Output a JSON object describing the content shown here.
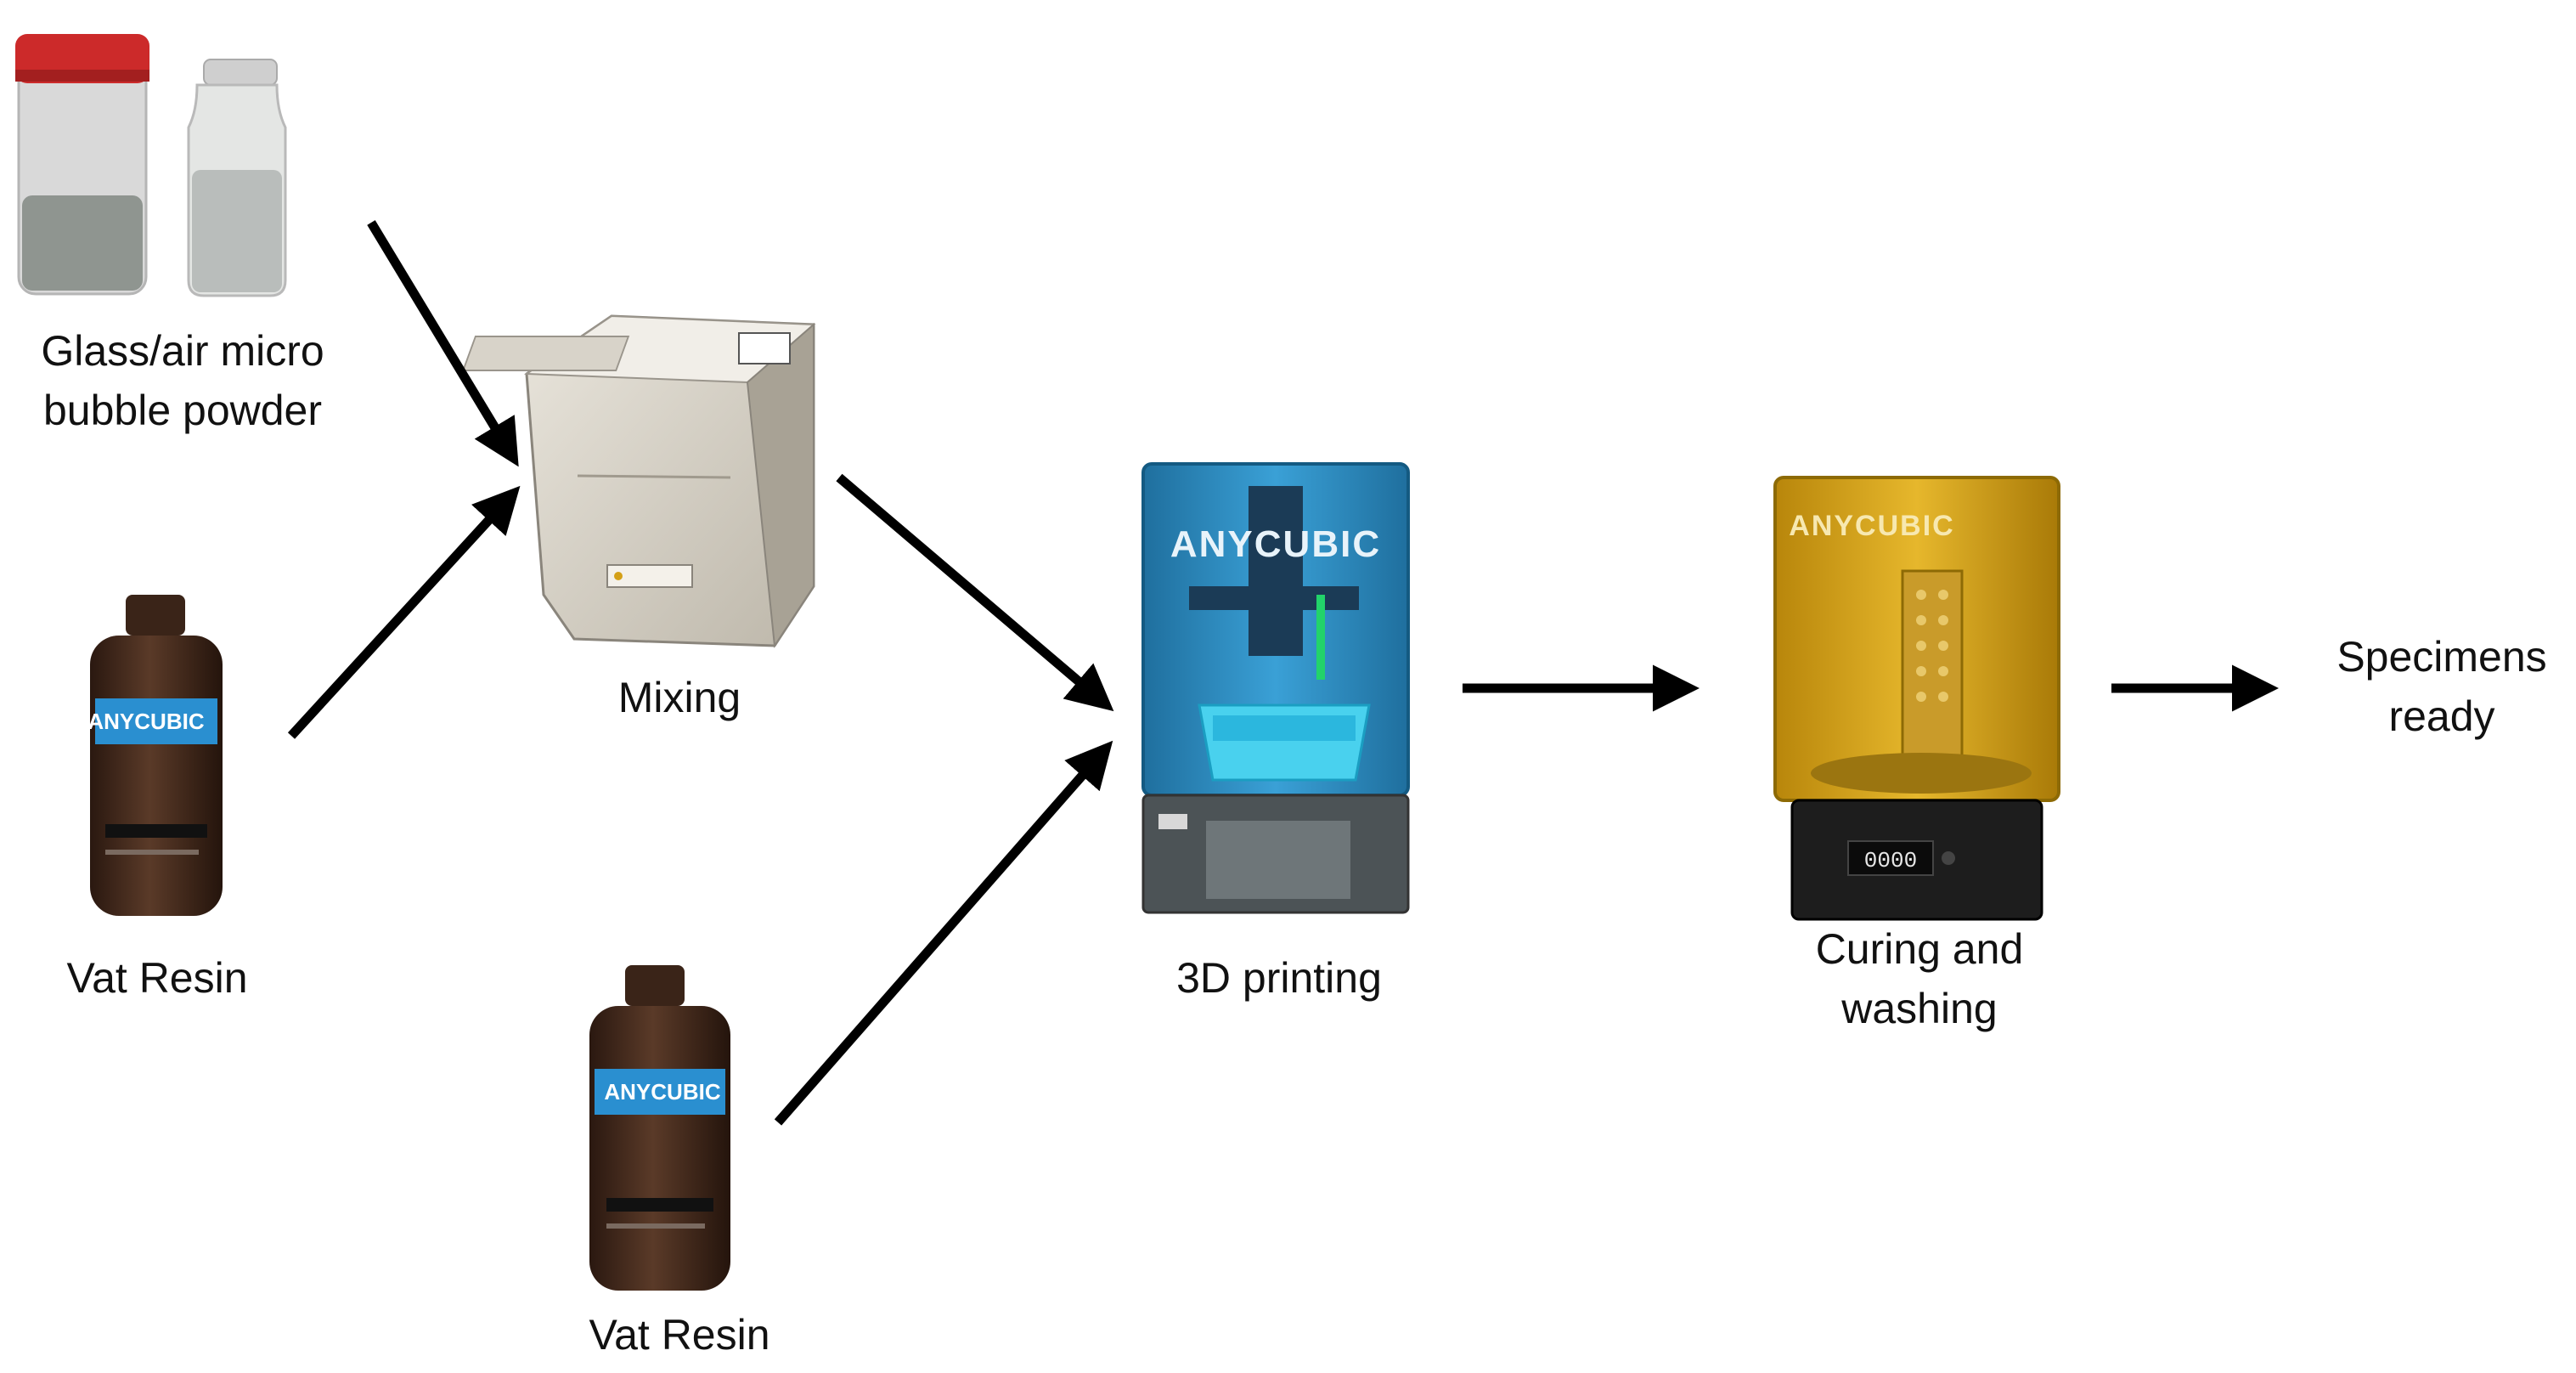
{
  "diagram": {
    "steps": {
      "powder": {
        "lines": [
          "Glass/air micro",
          "bubble powder"
        ]
      },
      "resin_top": {
        "lines": [
          "Vat Resin"
        ]
      },
      "resin_bottom": {
        "lines": [
          "Vat Resin"
        ]
      },
      "mixing": {
        "lines": [
          "Mixing"
        ]
      },
      "printing": {
        "lines": [
          "3D printing"
        ]
      },
      "curing": {
        "lines": [
          "Curing and",
          "washing"
        ]
      },
      "ready": {
        "lines": [
          "Specimens",
          "ready"
        ]
      }
    },
    "branding": {
      "printer_logo": "ANYCUBIC",
      "curing_logo": "ANYCUBIC",
      "bottle_logo": "ANYCUBIC",
      "curing_display": "0000"
    },
    "colors": {
      "arrow": "#000000",
      "printer_body": "#2f8fc4",
      "curing_body": "#d6a21a",
      "bottle": "#3b2519",
      "bottle_band": "#2a8fd0",
      "jar_cap": "#cc2a2a"
    }
  }
}
